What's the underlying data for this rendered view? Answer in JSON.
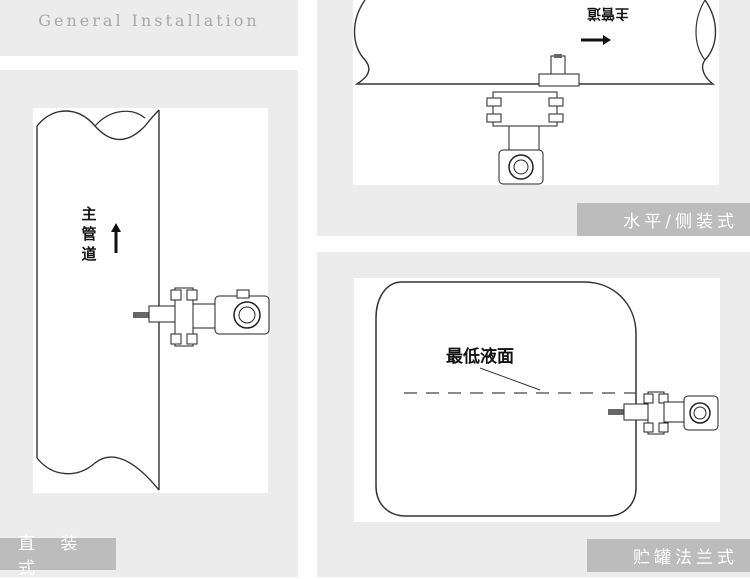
{
  "header": {
    "title": "General Installation"
  },
  "panels": {
    "vertical": {
      "caption": "直 装 式",
      "pipe_label": [
        "主",
        "管",
        "道"
      ]
    },
    "horizontal": {
      "caption": "水平/侧装式",
      "pipe_label": "主管道"
    },
    "tank": {
      "caption": "贮罐法兰式",
      "level_label": "最低液面"
    }
  }
}
